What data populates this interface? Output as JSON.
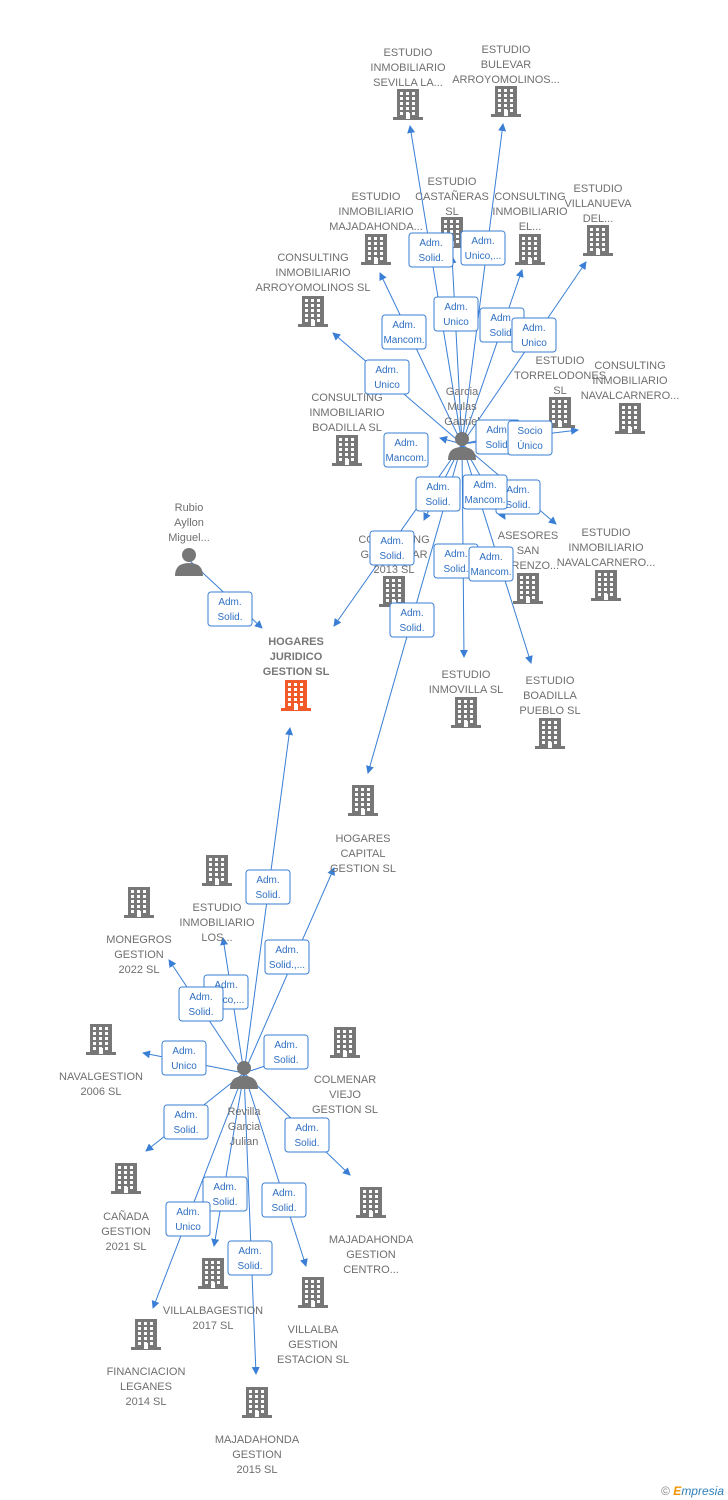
{
  "nodes": [
    {
      "id": "rubio",
      "type": "person",
      "label": [
        "Rubio",
        "Ayllon",
        "Miguel..."
      ]
    },
    {
      "id": "garcia",
      "type": "person",
      "label": [
        "Garcia",
        "Mulas",
        "Gabriel"
      ]
    },
    {
      "id": "revilla",
      "type": "person",
      "label": [
        "Revilla",
        "Garcia",
        "Julian"
      ]
    },
    {
      "id": "hogares_juridico",
      "type": "company",
      "focus": true,
      "label": [
        "HOGARES",
        "JURIDICO",
        "GESTION  SL"
      ]
    },
    {
      "id": "est_sevilla",
      "type": "company",
      "label": [
        "ESTUDIO",
        "INMOBILIARIO",
        "SEVILLA LA..."
      ]
    },
    {
      "id": "est_bulevar",
      "type": "company",
      "label": [
        "ESTUDIO",
        "BULEVAR",
        "ARROYOMOLINOS..."
      ]
    },
    {
      "id": "est_castaneras",
      "type": "company",
      "label": [
        "ESTUDIO",
        "CASTAÑERAS",
        "SL"
      ]
    },
    {
      "id": "est_majadahonda",
      "type": "company",
      "label": [
        "ESTUDIO",
        "INMOBILIARIO",
        "MAJADAHONDA..."
      ]
    },
    {
      "id": "cons_el",
      "type": "company",
      "label": [
        "CONSULTING",
        "INMOBILIARIO",
        "EL..."
      ]
    },
    {
      "id": "est_villanueva",
      "type": "company",
      "label": [
        "ESTUDIO",
        "VILLANUEVA",
        "DEL..."
      ]
    },
    {
      "id": "cons_arroyo",
      "type": "company",
      "label": [
        "CONSULTING",
        "INMOBILIARIO",
        "ARROYOMOLINOS SL"
      ]
    },
    {
      "id": "est_torrelodones",
      "type": "company",
      "label": [
        "ESTUDIO",
        "TORRELODONES",
        "SL"
      ]
    },
    {
      "id": "cons_navalcarnero",
      "type": "company",
      "label": [
        "CONSULTING",
        "INMOBILIARIO",
        "NAVALCARNERO..."
      ]
    },
    {
      "id": "cons_boadilla",
      "type": "company",
      "label": [
        "CONSULTING",
        "INMOBILIARIO",
        "BOADILLA  SL"
      ]
    },
    {
      "id": "cons_galapagar",
      "type": "company",
      "label": [
        "CONSULTING",
        "GALAPAGAR",
        "2013  SL"
      ]
    },
    {
      "id": "asesores",
      "type": "company",
      "label": [
        "ASESORES",
        "SAN",
        "LORENZO..."
      ]
    },
    {
      "id": "est_navalcarnero",
      "type": "company",
      "label": [
        "ESTUDIO",
        "INMOBILIARIO",
        "NAVALCARNERO..."
      ]
    },
    {
      "id": "est_inmovilla",
      "type": "company",
      "label": [
        "ESTUDIO",
        "INMOVILLA  SL"
      ]
    },
    {
      "id": "est_boadilla",
      "type": "company",
      "label": [
        "ESTUDIO",
        "BOADILLA",
        "PUEBLO  SL"
      ]
    },
    {
      "id": "hogares_capital",
      "type": "company",
      "label": [
        "HOGARES",
        "CAPITAL",
        "GESTION  SL"
      ]
    },
    {
      "id": "est_los",
      "type": "company",
      "label": [
        "ESTUDIO",
        "INMOBILIARIO",
        "LOS..."
      ]
    },
    {
      "id": "monegros",
      "type": "company",
      "label": [
        "MONEGROS",
        "GESTION",
        "2022  SL"
      ]
    },
    {
      "id": "navalgestion",
      "type": "company",
      "label": [
        "NAVALGESTION",
        "2006 SL"
      ]
    },
    {
      "id": "colmenar",
      "type": "company",
      "label": [
        "COLMENAR",
        "VIEJO",
        "GESTION  SL"
      ]
    },
    {
      "id": "canada",
      "type": "company",
      "label": [
        "CAÑADA",
        "GESTION",
        "2021  SL"
      ]
    },
    {
      "id": "majadahonda_centro",
      "type": "company",
      "label": [
        "MAJADAHONDA",
        "GESTION",
        "CENTRO..."
      ]
    },
    {
      "id": "villalbagestion",
      "type": "company",
      "label": [
        "VILLALBAGESTION",
        "2017  SL"
      ]
    },
    {
      "id": "villalba_estacion",
      "type": "company",
      "label": [
        "VILLALBA",
        "GESTION",
        "ESTACION  SL"
      ]
    },
    {
      "id": "financiacion",
      "type": "company",
      "label": [
        "FINANCIACION",
        "LEGANES",
        "2014  SL"
      ]
    },
    {
      "id": "majadahonda_2015",
      "type": "company",
      "label": [
        "MAJADAHONDA",
        "GESTION",
        "2015  SL"
      ]
    }
  ],
  "edges": [
    {
      "from": "rubio",
      "to": "hogares_juridico",
      "label": [
        "Adm.",
        "Solid."
      ]
    },
    {
      "from": "garcia",
      "to": "est_sevilla",
      "label": [
        "Adm.",
        "Solid."
      ]
    },
    {
      "from": "garcia",
      "to": "est_bulevar",
      "label": [
        "Adm.",
        "Unico,..."
      ]
    },
    {
      "from": "garcia",
      "to": "est_majadahonda",
      "label": [
        "Adm.",
        "Mancom."
      ]
    },
    {
      "from": "garcia",
      "to": "est_castaneras",
      "label": [
        "Adm.",
        "Unico"
      ]
    },
    {
      "from": "garcia",
      "to": "cons_el",
      "label": [
        "Adm.",
        "Solid."
      ]
    },
    {
      "from": "garcia",
      "to": "est_villanueva",
      "label": [
        "Adm.",
        "Unico"
      ]
    },
    {
      "from": "garcia",
      "to": "cons_arroyo",
      "label": [
        "Adm.",
        "Unico"
      ]
    },
    {
      "from": "garcia",
      "to": "cons_boadilla",
      "label": [
        "Adm.",
        "Mancom."
      ]
    },
    {
      "from": "garcia",
      "to": "est_torrelodones",
      "label": [
        "Adm.",
        "Solid."
      ]
    },
    {
      "from": "garcia",
      "to": "cons_navalcarnero",
      "label": [
        "Socio",
        "Único"
      ]
    },
    {
      "from": "garcia",
      "to": "cons_galapagar",
      "label": [
        "Adm.",
        "Solid."
      ]
    },
    {
      "from": "garcia",
      "to": "est_inmovilla",
      "label": [
        "Adm.",
        "Solid."
      ]
    },
    {
      "from": "garcia",
      "to": "est_navalcarnero",
      "label": [
        "Adm.",
        "Solid."
      ]
    },
    {
      "from": "garcia",
      "to": "hogares_juridico",
      "label": [
        "Adm.",
        "Solid."
      ]
    },
    {
      "from": "garcia",
      "to": "asesores",
      "label": [
        "Adm.",
        "Mancom."
      ]
    },
    {
      "from": "garcia",
      "to": "est_boadilla",
      "label": [
        "Adm.",
        "Mancom."
      ]
    },
    {
      "from": "garcia",
      "to": "hogares_capital",
      "label": [
        "Adm.",
        "Solid."
      ]
    },
    {
      "from": "revilla",
      "to": "hogares_juridico",
      "label": [
        "Adm.",
        "Solid."
      ]
    },
    {
      "from": "revilla",
      "to": "hogares_capital",
      "label": [
        "Adm.",
        "Solid.,..."
      ]
    },
    {
      "from": "revilla",
      "to": "est_los",
      "label": [
        "Adm.",
        "Unico,..."
      ]
    },
    {
      "from": "revilla",
      "to": "monegros",
      "label": [
        "Adm.",
        "Solid."
      ]
    },
    {
      "from": "revilla",
      "to": "navalgestion",
      "label": [
        "Adm.",
        "Unico"
      ]
    },
    {
      "from": "revilla",
      "to": "colmenar",
      "label": [
        "Adm.",
        "Solid."
      ]
    },
    {
      "from": "revilla",
      "to": "canada",
      "label": [
        "Adm.",
        "Solid."
      ]
    },
    {
      "from": "revilla",
      "to": "majadahonda_centro",
      "label": [
        "Adm.",
        "Solid."
      ]
    },
    {
      "from": "revilla",
      "to": "villalbagestion",
      "label": [
        "Adm.",
        "Solid."
      ]
    },
    {
      "from": "revilla",
      "to": "villalba_estacion",
      "label": [
        "Adm.",
        "Solid."
      ]
    },
    {
      "from": "revilla",
      "to": "financiacion",
      "label": [
        "Adm.",
        "Unico"
      ]
    },
    {
      "from": "revilla",
      "to": "majadahonda_2015",
      "label": [
        "Adm.",
        "Solid."
      ]
    }
  ],
  "colors": {
    "edge": "#3a7fd5",
    "icon": "#777777",
    "focus_icon": "#f05a28",
    "label": "#6f6f6f"
  },
  "credit": {
    "symbol": "©",
    "brand_initial": "E",
    "brand_rest": "mpresia"
  }
}
